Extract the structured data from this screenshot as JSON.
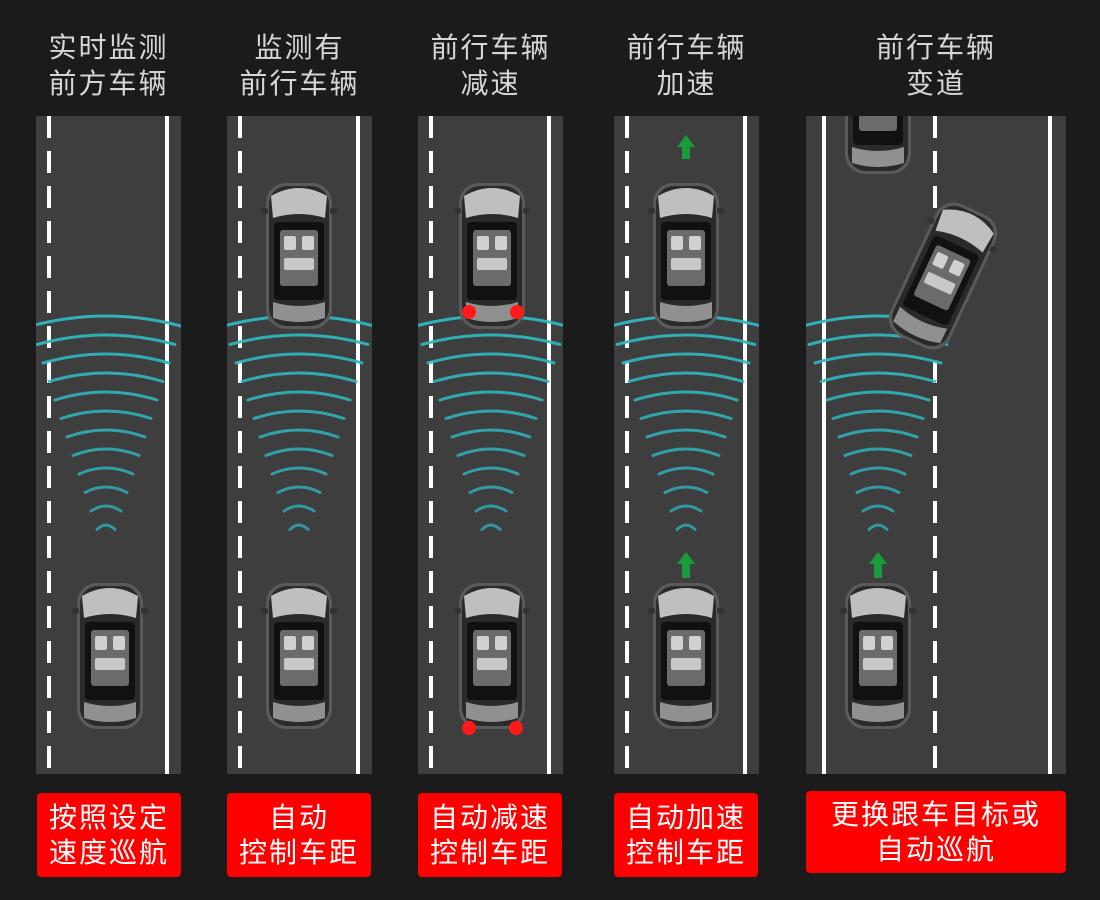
{
  "panels": [
    {
      "title": "实时监测\n前方车辆",
      "badge": "按照设定\n速度巡航",
      "scenario": "cruise"
    },
    {
      "title": "监测有\n前行车辆",
      "badge": "自动\n控制车距",
      "scenario": "follow"
    },
    {
      "title": "前行车辆\n减速",
      "badge": "自动减速\n控制车距",
      "scenario": "decelerate"
    },
    {
      "title": "前行车辆\n加速",
      "badge": "自动加速\n控制车距",
      "scenario": "accelerate"
    },
    {
      "title": "前行车辆\n变道",
      "badge": "更换跟车目标或\n自动巡航",
      "scenario": "lane-change"
    }
  ],
  "colors": {
    "background": "#1b1b1b",
    "road": "#3e3e3e",
    "radar": "#2fb7c0",
    "badge": "#ff0000",
    "arrow": "#1a9b3a",
    "brake_light": "#ff1a1a"
  },
  "icons": {
    "car": "car-top-view-icon",
    "radar": "radar-wave-icon",
    "arrow": "arrow-up-icon",
    "brake": "brake-light-icon"
  }
}
